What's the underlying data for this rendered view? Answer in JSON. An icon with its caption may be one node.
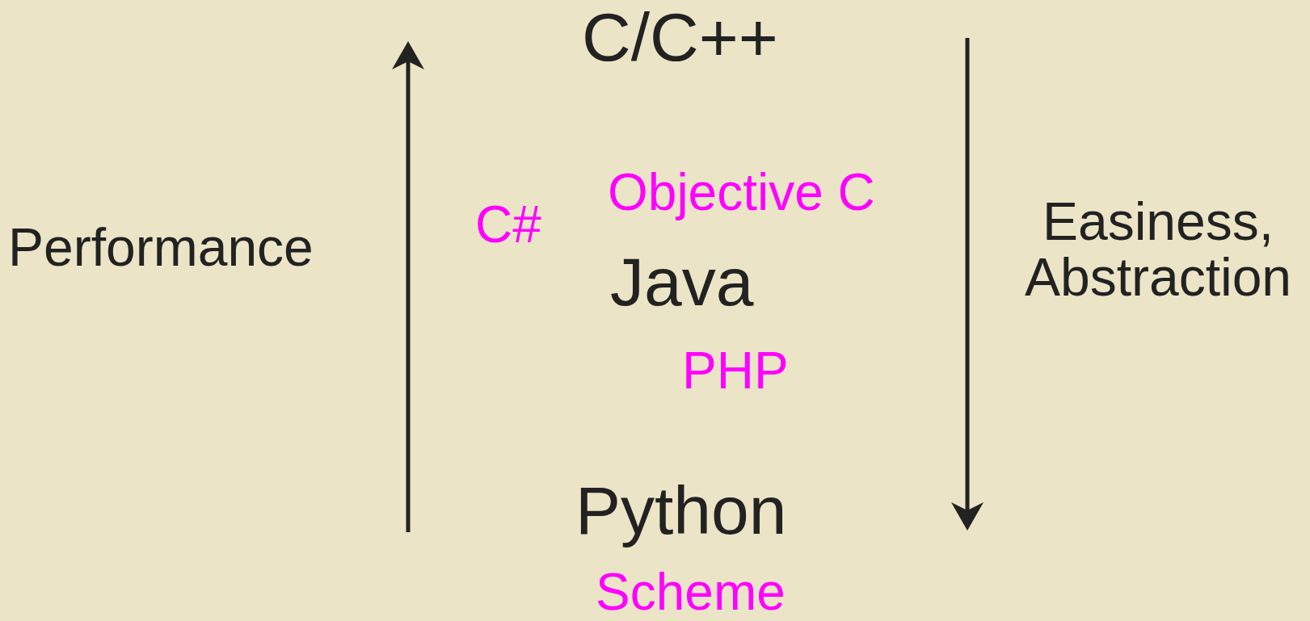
{
  "diagram": {
    "labels": [
      "C/C++",
      "Objective C",
      "C#",
      "Performance",
      "Easiness, Abstraction",
      "Java",
      "PHP",
      "Python",
      "Scheme"
    ]
  }
}
